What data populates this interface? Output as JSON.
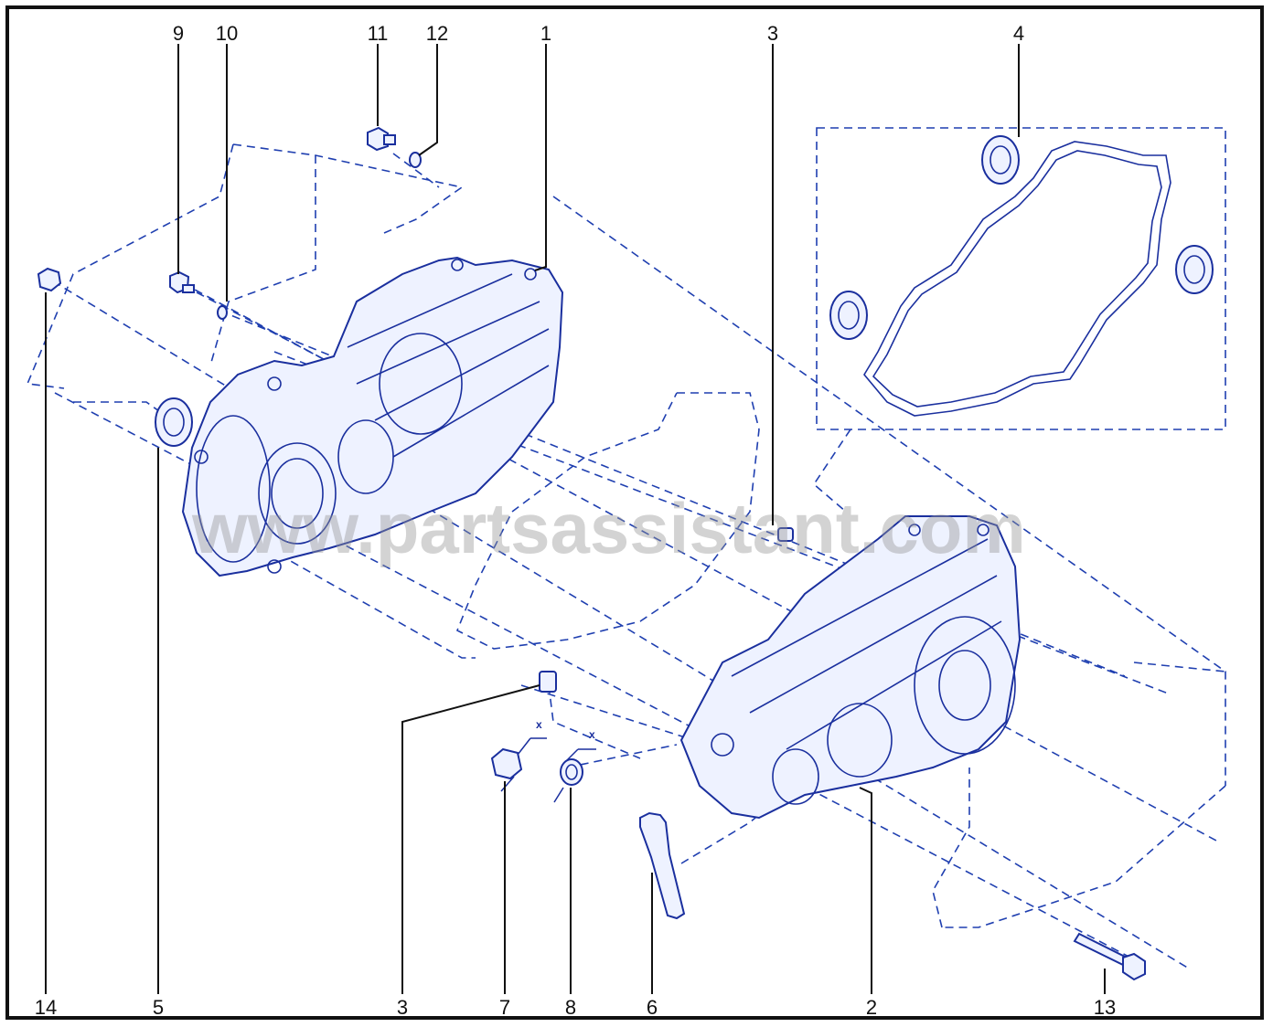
{
  "diagram": {
    "watermark": "www.partsassistant.com",
    "callouts": [
      {
        "id": "c9",
        "text": "9"
      },
      {
        "id": "c10",
        "text": "10"
      },
      {
        "id": "c11",
        "text": "11"
      },
      {
        "id": "c12",
        "text": "12"
      },
      {
        "id": "c1",
        "text": "1"
      },
      {
        "id": "c3t",
        "text": "3"
      },
      {
        "id": "c4",
        "text": "4"
      },
      {
        "id": "c14",
        "text": "14"
      },
      {
        "id": "c5",
        "text": "5"
      },
      {
        "id": "c3b",
        "text": "3"
      },
      {
        "id": "c7",
        "text": "7"
      },
      {
        "id": "c8",
        "text": "8"
      },
      {
        "id": "c6",
        "text": "6"
      },
      {
        "id": "c2",
        "text": "2"
      },
      {
        "id": "c13",
        "text": "13"
      }
    ],
    "marks": {
      "x7": "x",
      "x8": "x"
    },
    "colors": {
      "line": "#1a2f9e",
      "fill": "#eef2ff",
      "frame": "#111111"
    }
  }
}
